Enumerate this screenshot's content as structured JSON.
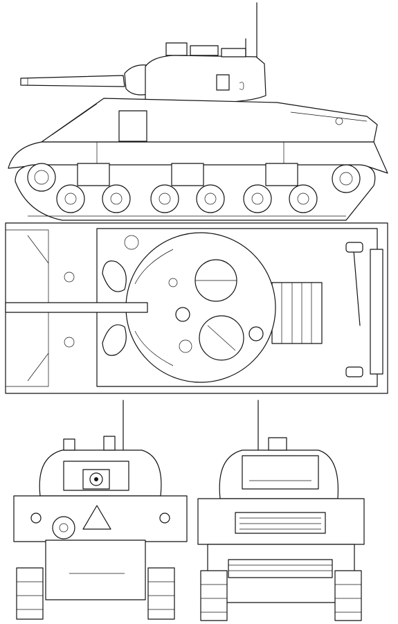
{
  "drawing": {
    "views": [
      "side",
      "top",
      "front",
      "rear"
    ],
    "colors": {
      "line": "#111111",
      "background": "#ffffff"
    },
    "road_wheels_per_side": 6,
    "grille_slats_top_view": 5
  }
}
